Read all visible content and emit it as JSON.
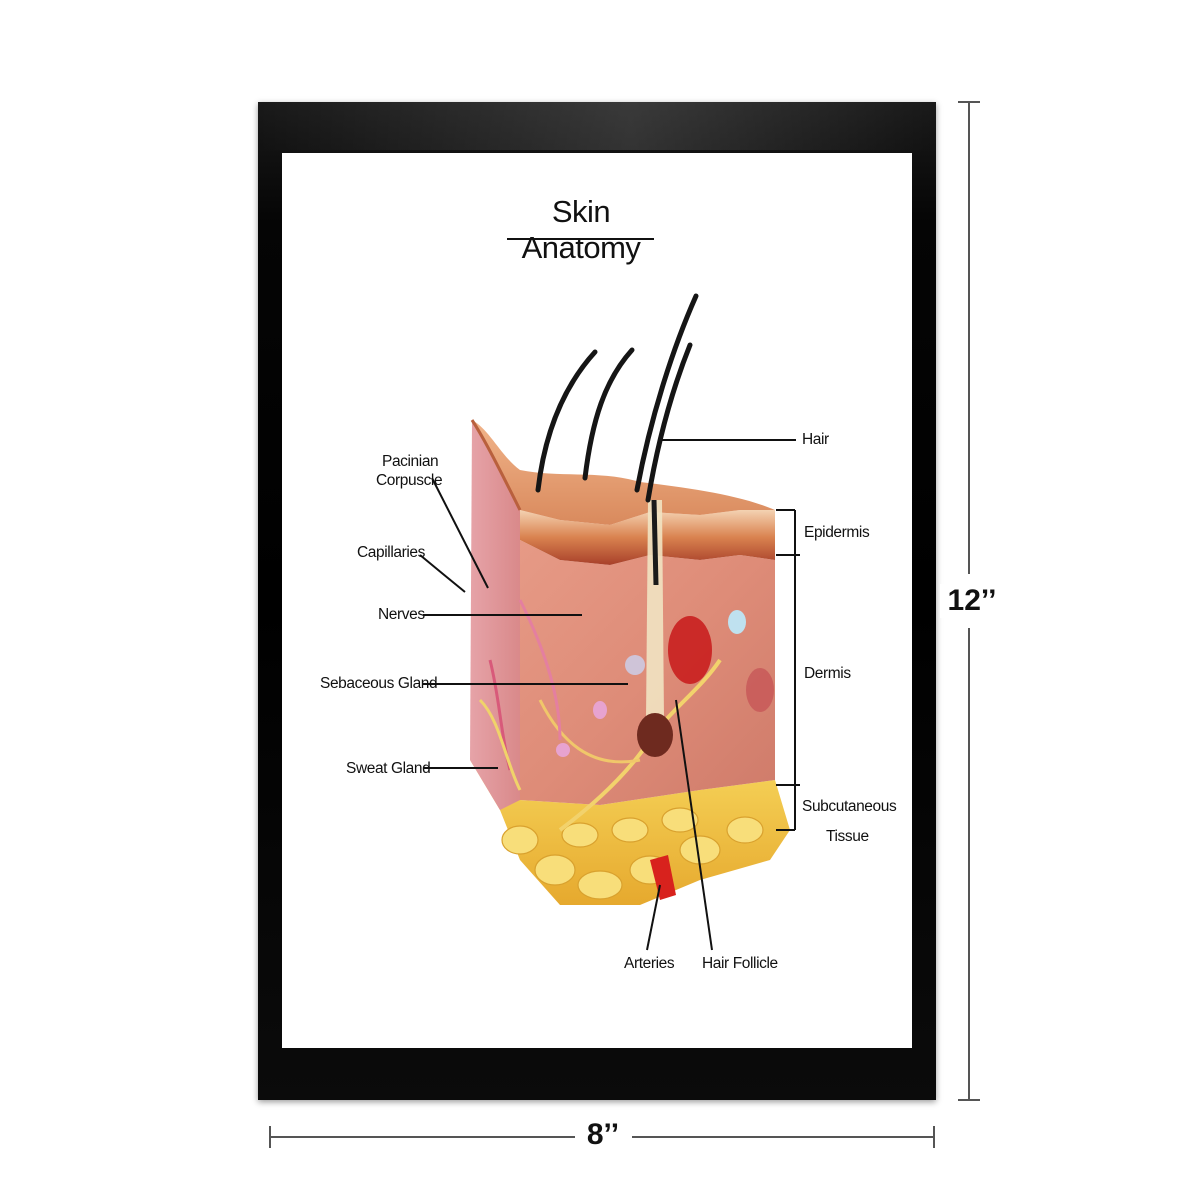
{
  "poster": {
    "title": "Skin Anatomy",
    "labels": {
      "pacinian_line1": "Pacinian",
      "pacinian_line2": "Corpuscle",
      "capillaries": "Capillaries",
      "nerves": "Nerves",
      "sebaceous_gland": "Sebaceous Gland",
      "sweat_gland": "Sweat Gland",
      "hair": "Hair",
      "epidermis": "Epidermis",
      "dermis": "Dermis",
      "subcutaneous_line1": "Subcutaneous",
      "subcutaneous_line2": "Tissue",
      "arteries": "Arteries",
      "hair_follicle": "Hair Follicle"
    }
  },
  "dimensions": {
    "width": "8’’",
    "height": "12’’"
  }
}
